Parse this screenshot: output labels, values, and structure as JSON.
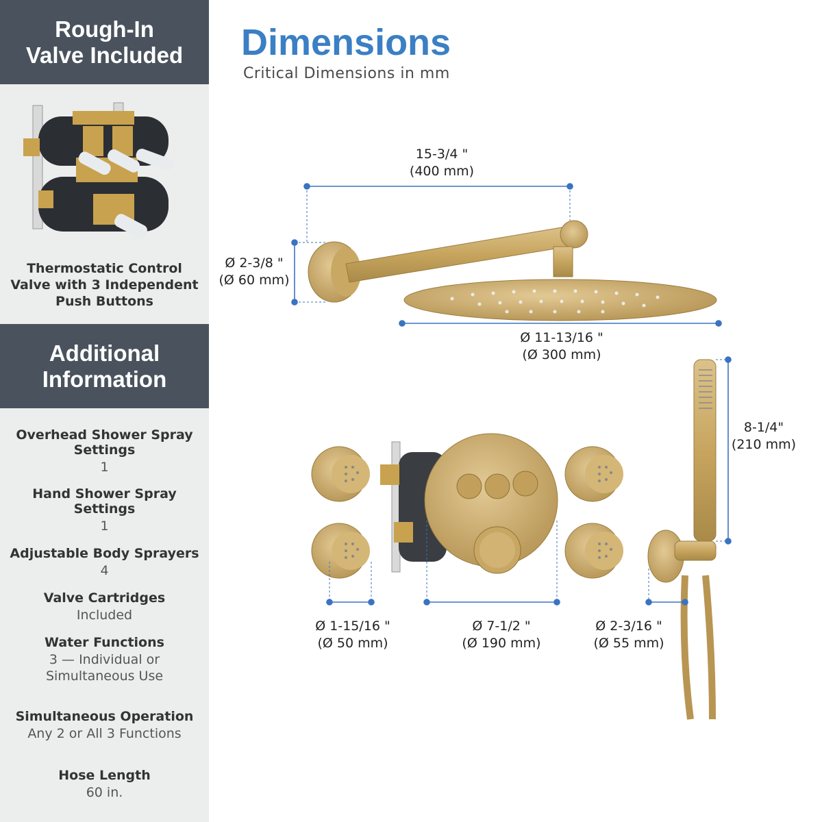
{
  "sidebar": {
    "rough_in_title": [
      "Rough-In",
      "Valve Included"
    ],
    "valve_caption": [
      "Thermostatic Control",
      "Valve with 3 Independent",
      "Push Buttons"
    ],
    "additional_title": [
      "Additional",
      "Information"
    ],
    "specs": [
      {
        "label": [
          "Overhead Shower Spray",
          "Settings"
        ],
        "value": [
          "1"
        ]
      },
      {
        "label": [
          "Hand Shower Spray",
          "Settings"
        ],
        "value": [
          "1"
        ]
      },
      {
        "label": [
          "Adjustable Body Sprayers"
        ],
        "value": [
          "4"
        ]
      },
      {
        "label": [
          "Valve Cartridges"
        ],
        "value": [
          "Included"
        ]
      },
      {
        "label": [
          "Water Functions"
        ],
        "value": [
          "3 — Individual or",
          "Simultaneous Use"
        ]
      },
      {
        "label": [
          "Simultaneous Operation"
        ],
        "value": [
          "Any 2 or All 3 Functions"
        ]
      },
      {
        "label": [
          "Hose Length"
        ],
        "value": [
          "60 in."
        ]
      }
    ]
  },
  "main": {
    "title": "Dimensions",
    "subtitle": "Critical Dimensions in mm",
    "dimensions": {
      "arm_length": [
        "15-3/4 \"",
        "(400 mm)"
      ],
      "flange": [
        "Ø 2-3/8 \"",
        "(Ø 60 mm)"
      ],
      "showerhead": [
        "Ø 11-13/16 \"",
        "(Ø 300 mm)"
      ],
      "handheld_length": [
        "8-1/4\"",
        "(210 mm)"
      ],
      "body_sprayer": [
        "Ø 1-15/16 \"",
        "(Ø 50 mm)"
      ],
      "trim_plate": [
        "Ø 7-1/2 \"",
        "(Ø 190 mm)"
      ],
      "holder": [
        "Ø 2-3/16 \"",
        "(Ø 55 mm)"
      ]
    }
  },
  "colors": {
    "banner": "#4a535d",
    "sidebar_bg": "#eceded",
    "accent": "#3b7fc4",
    "gold": "#c8a764",
    "dimension_line": "#3a73c0"
  },
  "icons": [
    "rough-in-valve-icon",
    "shower-arm-icon",
    "showerhead-icon",
    "body-sprayer-icon",
    "trim-plate-icon",
    "hand-shower-icon"
  ]
}
